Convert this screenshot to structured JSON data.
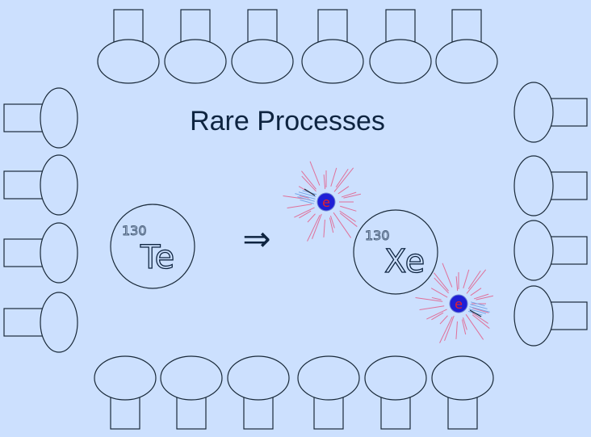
{
  "title": "Rare Processes",
  "parent": {
    "mass_number": "130",
    "symbol": "Te"
  },
  "daughter": {
    "mass_number": "130",
    "symbol": "Xe"
  },
  "arrow": "⇒",
  "electron_label": "e",
  "colors": {
    "background": "#cce0fe",
    "outline": "#1a2a3a",
    "electron_fill": "#1f1fd6",
    "electron_text": "#e8202a",
    "ray_pink": "#e0709a",
    "ray_blue": "#7aa8e8"
  }
}
